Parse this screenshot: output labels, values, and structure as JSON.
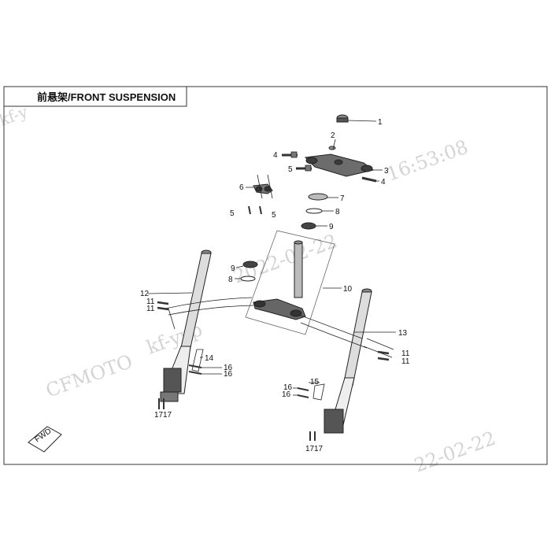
{
  "title": "前悬架/FRONT SUSPENSION",
  "fwd_label": "FWD",
  "watermarks": {
    "brand": "CFMOTO",
    "user": "kf-yyp",
    "user_short": "kf-y",
    "date": "2022-02-22",
    "time": "16:53:08",
    "date_partial": "22-02-22"
  },
  "callouts": {
    "c1": "1",
    "c2": "2",
    "c3": "3",
    "c4a": "4",
    "c4b": "4",
    "c5a": "5",
    "c5b": "5",
    "c5c": "5",
    "c6": "6",
    "c7": "7",
    "c8a": "8",
    "c8b": "8",
    "c9a": "9",
    "c9b": "9",
    "c10": "10",
    "c11a": "11",
    "c11b": "11",
    "c11c": "11",
    "c11d": "11",
    "c12": "12",
    "c13": "13",
    "c14": "14",
    "c15": "15",
    "c16a": "16",
    "c16b": "16",
    "c16c": "16",
    "c16d": "16",
    "c17a": "17",
    "c17b": "17",
    "c17c": "17",
    "c17d": "17"
  }
}
